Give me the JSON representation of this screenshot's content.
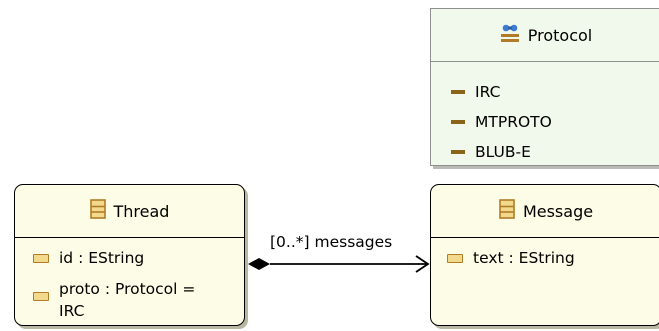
{
  "classes": {
    "thread": {
      "name": "Thread",
      "attributes": [
        "id : EString",
        "proto : Protocol =",
        "IRC"
      ]
    },
    "message": {
      "name": "Message",
      "attributes": [
        "text : EString"
      ]
    }
  },
  "enum": {
    "name": "Protocol",
    "literals": [
      "IRC",
      "MTPROTO",
      "BLUB-E"
    ]
  },
  "association": {
    "label": "[0..*] messages"
  }
}
